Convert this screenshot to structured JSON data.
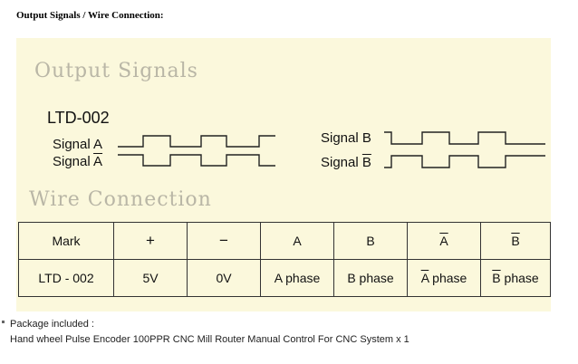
{
  "heading": "Output Signals / Wire Connection:",
  "output_signals": {
    "title": "Output Signals",
    "model": "LTD-002",
    "signals": [
      {
        "prefix": "Signal ",
        "letter": "A",
        "overline": false
      },
      {
        "prefix": "Signal ",
        "letter": "A",
        "overline": true
      },
      {
        "prefix": "Signal ",
        "letter": "B",
        "overline": false
      },
      {
        "prefix": "Signal ",
        "letter": "B",
        "overline": true
      }
    ]
  },
  "wire_connection": {
    "title": "Wire Connection",
    "header": [
      {
        "text": "Mark",
        "overline": false
      },
      {
        "text": "+",
        "overline": false
      },
      {
        "text": "−",
        "overline": false
      },
      {
        "text": "A",
        "overline": false
      },
      {
        "text": "B",
        "overline": false
      },
      {
        "text": "A",
        "overline": true
      },
      {
        "text": "B",
        "overline": true
      }
    ],
    "row": [
      {
        "pre": "",
        "text": "LTD - 002",
        "post": ""
      },
      {
        "pre": "",
        "text": "5V",
        "post": ""
      },
      {
        "pre": "",
        "text": "0V",
        "post": ""
      },
      {
        "pre": "",
        "text": "A phase",
        "post": ""
      },
      {
        "pre": "",
        "text": "B phase",
        "post": ""
      },
      {
        "pre": "",
        "text": "A",
        "post": " phase",
        "overline": true
      },
      {
        "pre": "",
        "text": "B",
        "post": " phase",
        "overline": true
      }
    ]
  },
  "package": {
    "label": "Package included :",
    "item": "Hand wheel Pulse Encoder 100PPR CNC Mill Router Manual Control For CNC System  x 1"
  }
}
